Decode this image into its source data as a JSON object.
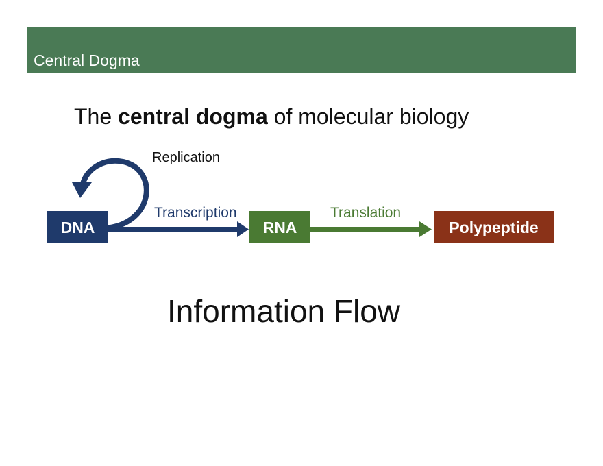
{
  "header": {
    "title": "Central Dogma",
    "color": "#4a7a55"
  },
  "heading": {
    "prefix": "The ",
    "bold": "central dogma",
    "suffix": " of molecular biology"
  },
  "diagram": {
    "nodes": {
      "dna": {
        "label": "DNA",
        "color": "#1f3a6b"
      },
      "rna": {
        "label": "RNA",
        "color": "#4a7a33"
      },
      "polypeptide": {
        "label": "Polypeptide",
        "color": "#8a3218"
      }
    },
    "processes": {
      "replication": "Replication",
      "transcription": "Transcription",
      "translation": "Translation"
    },
    "arrow_colors": {
      "replication": "#1f3a6b",
      "transcription": "#1f3a6b",
      "translation": "#4a7a33"
    }
  },
  "footer_text": "Information Flow"
}
